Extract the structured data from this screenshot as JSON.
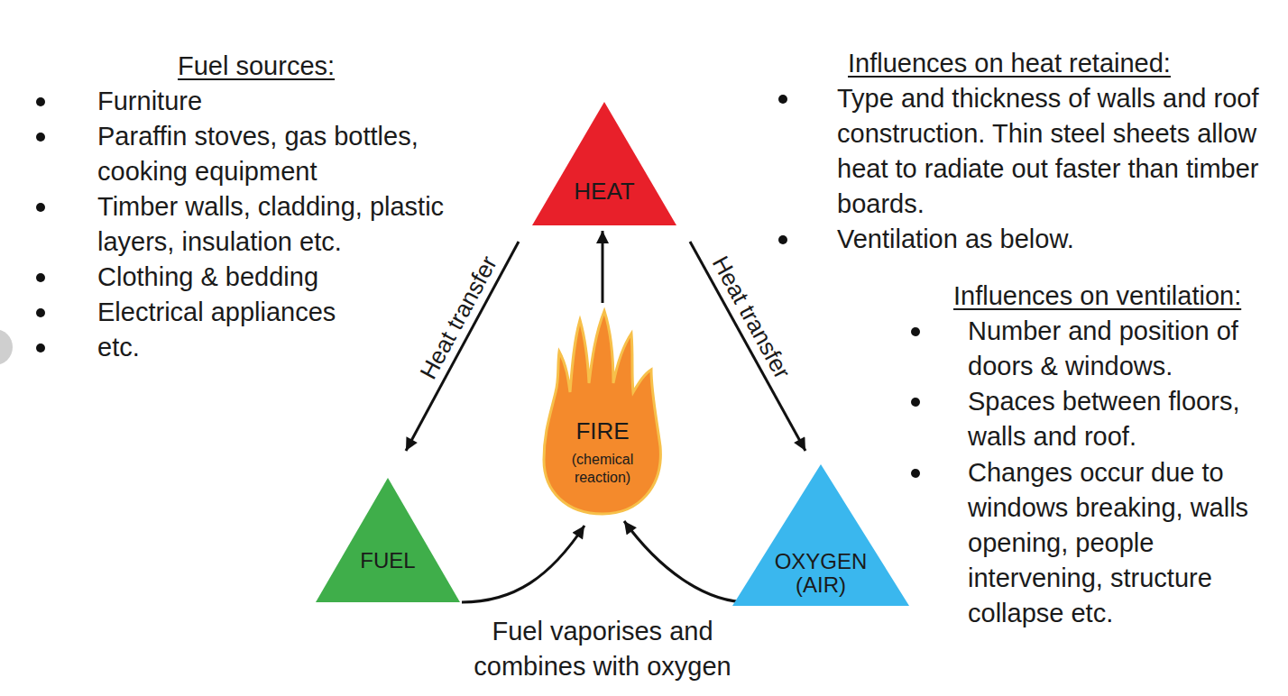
{
  "diagram": {
    "nodes": [
      {
        "text": [
          "HEAT"
        ]
      },
      {
        "text": [
          "FIRE",
          "(chemical reaction)"
        ]
      },
      {
        "text": [
          "FUEL"
        ]
      },
      {
        "text": [
          "OXYGEN (AIR)"
        ]
      }
    ],
    "edges": [
      {
        "from": 1,
        "to": 0,
        "arrow": "to"
      },
      {
        "from": 0,
        "to": 2,
        "arrow": "to",
        "label": "Heat transfer"
      },
      {
        "from": 0,
        "to": 3,
        "arrow": "to",
        "label": "Heat transfer"
      },
      {
        "from": 2,
        "to": 1,
        "arrow": "to"
      },
      {
        "from": 3,
        "to": 1,
        "arrow": "to"
      }
    ],
    "labels": [
      "Fuel sources:",
      "Furniture",
      "Paraffin stoves, gas bottles, cooking equipment",
      "Timber walls, cladding, plastic layers, insulation etc.",
      "Clothing & bedding",
      "Electrical appliances",
      "etc.",
      "Influences on heat retained:",
      "Type and thickness of walls and roof construction. Thin steel sheets allow heat to radiate out faster than timber boards.",
      "Ventilation as below.",
      "Influences on ventilation:",
      "Number and position of doors & windows.",
      "Spaces between floors, walls and roof.",
      "Changes occur due to windows breaking, walls opening, people intervening, structure collapse etc.",
      "Fuel vaporises and combines with oxygen"
    ]
  }
}
